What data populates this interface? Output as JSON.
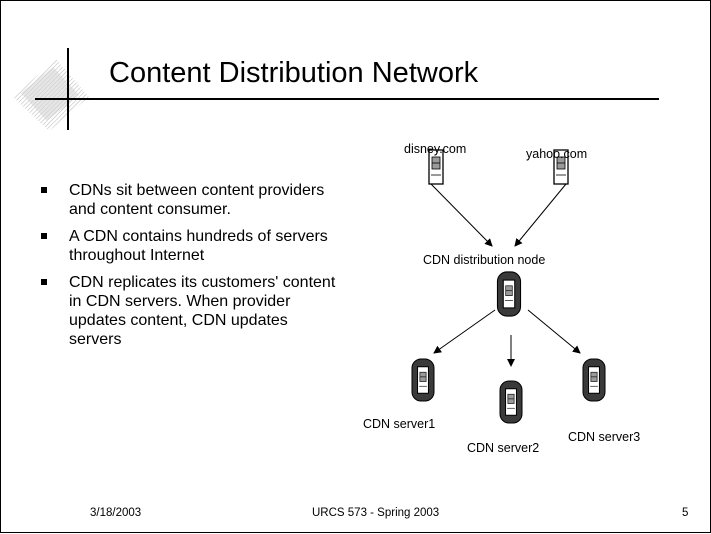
{
  "slide": {
    "title": "Content Distribution Network",
    "bullets": [
      "CDNs sit between content providers and content consumer.",
      "A CDN contains hundreds of servers throughout Internet",
      "CDN replicates its customers' content in CDN servers. When provider updates content, CDN updates servers"
    ],
    "footer": {
      "date": "3/18/2003",
      "course": "URCS 573 - Spring 2003",
      "page": "5"
    }
  },
  "diagram": {
    "nodes": {
      "disney": "disney.com",
      "yahoo": "yahoo.com",
      "distribution": "CDN distribution node",
      "server1": "CDN server1",
      "server2": "CDN server2",
      "server3": "CDN server3"
    },
    "icons": {
      "disney": "server-tower-icon",
      "yahoo": "server-tower-icon",
      "distribution": "cdn-node-icon",
      "server1": "cdn-server-icon",
      "server2": "cdn-server-icon",
      "server3": "cdn-server-icon"
    }
  }
}
